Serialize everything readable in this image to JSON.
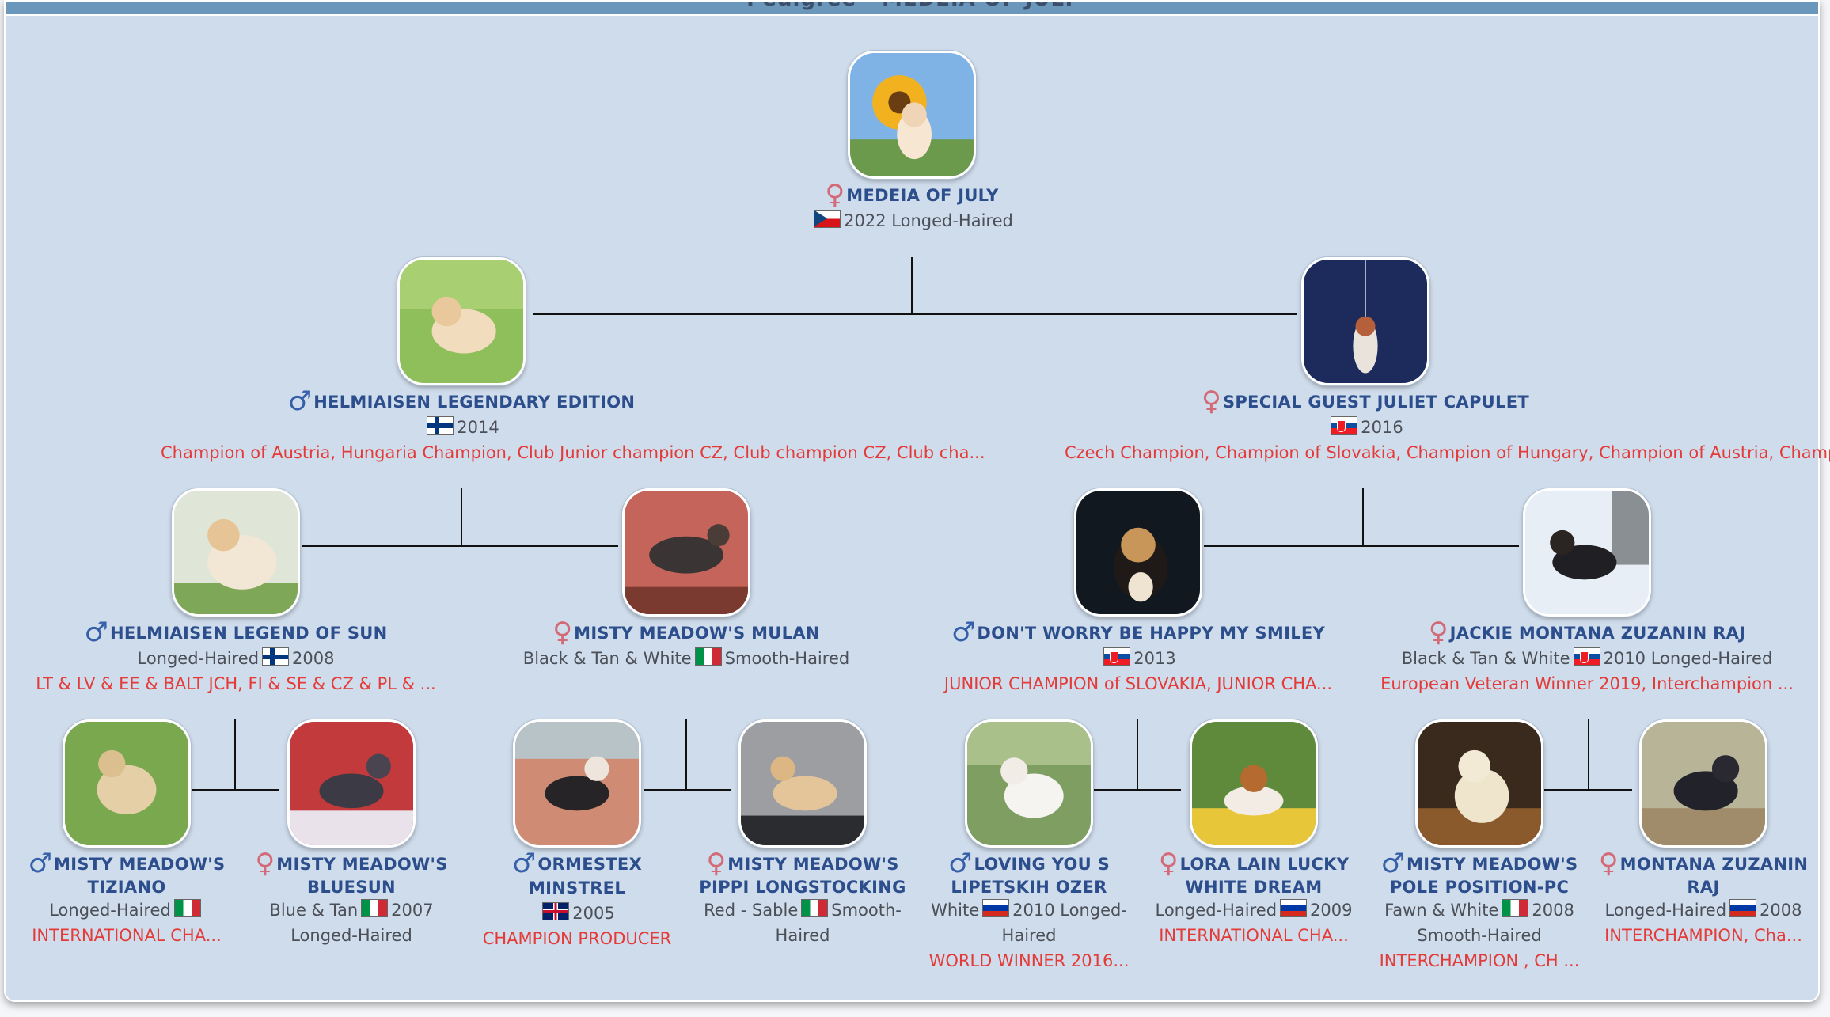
{
  "header": {
    "title": "Pedigree - MEDEIA OF JULY"
  },
  "colors": {
    "panel_bg": "#cfdceb",
    "name_blue": "#2d4e8c",
    "title_red": "#e43a38",
    "male_symbol": "#355fa8",
    "female_symbol": "#d26a78"
  },
  "icons": {
    "male": "male-symbol-icon",
    "female": "female-symbol-icon"
  },
  "dogs": {
    "root": {
      "symbol": "♀",
      "name": "MEDEIA OF JULY",
      "info_flag": "cz",
      "info": "2022 Longed-Haired",
      "titles": ""
    },
    "sire": {
      "symbol": "♂",
      "name": "HELMIAISEN LEGENDARY EDITION",
      "info": "2014",
      "titles": "Champion of Austria, Hungaria Champion, Club Junior champion CZ, Club champion CZ, Club cha..."
    },
    "dam": {
      "symbol": "♀",
      "name": "SPECIAL GUEST JULIET CAPULET",
      "info": "2016",
      "titles": "Czech Champion, Champion of Slovakia, Champion of Hungary, Champion of Austria, Champion of..."
    },
    "ss": {
      "symbol": "♂",
      "name": "HELMIAISEN LEGEND OF SUN",
      "info_pre": "Longed-Haired",
      "info_post": "2008",
      "titles": "LT & LV & EE & BALT JCH, FI & SE & CZ & PL & ..."
    },
    "sd": {
      "symbol": "♀",
      "name": "MISTY MEADOW'S MULAN",
      "info_pre": "Black & Tan & White",
      "info_post": "Smooth-Haired",
      "titles": ""
    },
    "ds": {
      "symbol": "♂",
      "name": "DON'T WORRY BE HAPPY MY SMILEY",
      "info_post": "2013",
      "titles": "JUNIOR CHAMPION of SLOVAKIA, JUNIOR CHA..."
    },
    "dd": {
      "symbol": "♀",
      "name": "JACKIE MONTANA ZUZANIN RAJ",
      "info_pre": "Black & Tan & White",
      "info_post": "2010 Longed-Haired",
      "titles": "European Veteran Winner 2019, Interchampion ..."
    },
    "sss": {
      "symbol": "♂",
      "name_l1": "MISTY MEADOW'S",
      "name_l2": "TIZIANO",
      "info_pre": "Longed-Haired",
      "titles": "INTERNATIONAL CHA..."
    },
    "ssd": {
      "symbol": "♀",
      "name_l1": "MISTY MEADOW'S",
      "name_l2": "BLUESUN",
      "info_pre": "Blue & Tan",
      "info_post": "2007",
      "info_l2": "Longed-Haired",
      "titles": ""
    },
    "sds": {
      "symbol": "♂",
      "name_l1": "ORMESTEX MINSTREL",
      "info_post": "2005",
      "titles": "CHAMPION PRODUCER"
    },
    "sdd": {
      "symbol": "♀",
      "name_l1": "MISTY MEADOW'S",
      "name_l2": "PIPPI LONGSTOCKING",
      "info_pre": "Red - Sable",
      "info_post": "Smooth-",
      "info_l2": "Haired",
      "titles": ""
    },
    "dss": {
      "symbol": "♂",
      "name_l1": "LOVING YOU S",
      "name_l2": "LIPETSKIH OZER",
      "info_pre": "White",
      "info_post": "2010 Longed-",
      "info_l2": "Haired",
      "titles": "WORLD WINNER 2016..."
    },
    "dsd": {
      "symbol": "♀",
      "name_l1": "LORA LAIN LUCKY",
      "name_l2": "WHITE DREAM",
      "info_pre": "Longed-Haired",
      "info_post": "2009",
      "titles": "INTERNATIONAL CHA..."
    },
    "dds": {
      "symbol": "♂",
      "name_l1": "MISTY MEADOW'S",
      "name_l2": "POLE POSITION-PC",
      "info_pre": "Fawn & White",
      "info_post": "2008",
      "info_l2": "Smooth-Haired",
      "titles": "INTERCHAMPION , CH ..."
    },
    "ddd": {
      "symbol": "♀",
      "name_l1": "MONTANA ZUZANIN",
      "name_l2": "RAJ",
      "info_pre": "Longed-Haired",
      "info_post": "2008",
      "titles": "INTERCHAMPION, Cha..."
    }
  }
}
